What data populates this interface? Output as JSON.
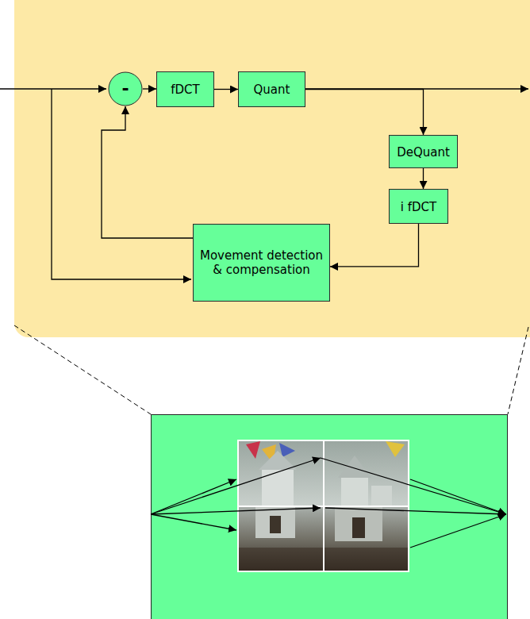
{
  "diagram": {
    "nodes": [
      {
        "text": [
          "-"
        ]
      },
      {
        "text": [
          "fDCT"
        ]
      },
      {
        "text": [
          "Quant"
        ]
      },
      {
        "text": [
          "DeQuant"
        ]
      },
      {
        "text": [
          "i fDCT"
        ]
      },
      {
        "text": [
          "Movement detection & compensation"
        ]
      }
    ],
    "edges": [
      {
        "from": 0,
        "to": 1,
        "arrow": "to"
      },
      {
        "from": 1,
        "to": 2,
        "arrow": "to"
      },
      {
        "from": 2,
        "to": 3,
        "arrow": "to"
      },
      {
        "from": 3,
        "to": 4,
        "arrow": "to"
      },
      {
        "from": 4,
        "to": 5,
        "arrow": "to"
      },
      {
        "from": 5,
        "to": 0,
        "arrow": "to"
      }
    ]
  }
}
